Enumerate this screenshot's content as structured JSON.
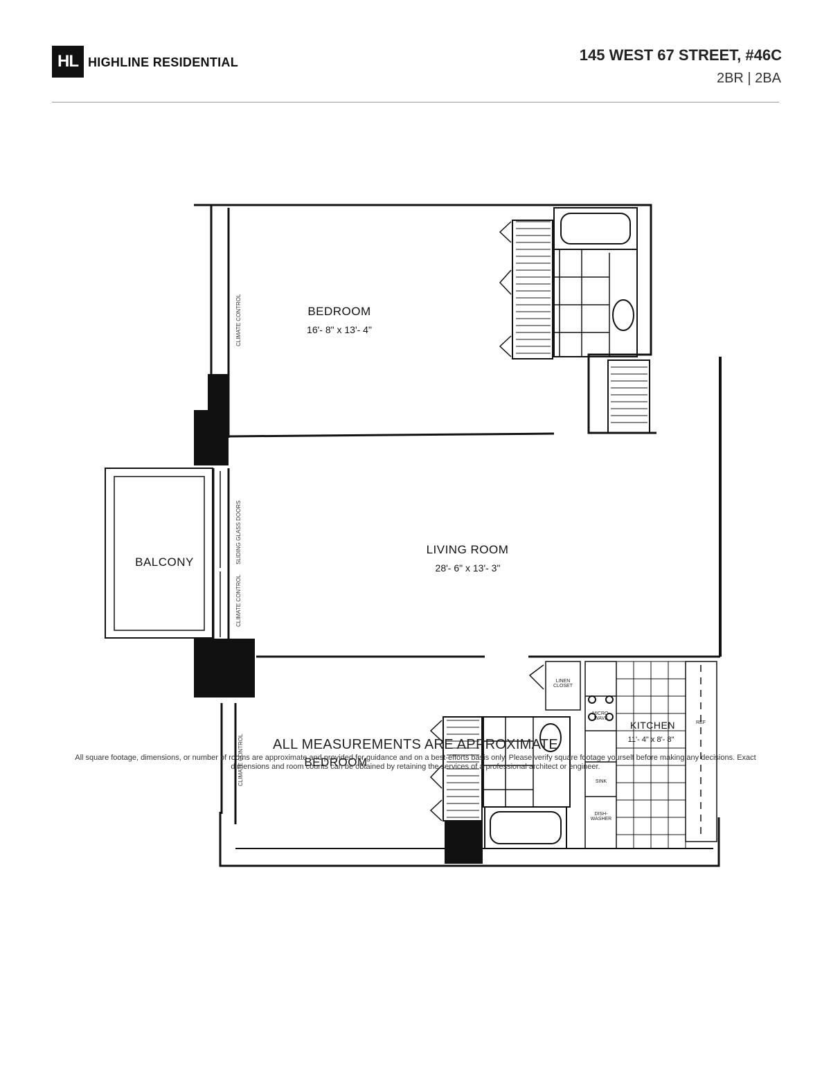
{
  "header": {
    "logo_mark": "HL",
    "brand": "HIGHLINE RESIDENTIAL",
    "address": "145 WEST 67 STREET, #46C",
    "unit_summary": "2BR | 2BA"
  },
  "floorplan": {
    "bedroom_top": {
      "label": "BEDROOM",
      "dimensions": "16'- 8\" x 13'- 4\""
    },
    "living_room": {
      "label": "LIVING ROOM",
      "dimensions": "28'- 6\" x 13'- 3\""
    },
    "bedroom_bottom": {
      "label": "BEDROOM"
    },
    "balcony": {
      "label": "BALCONY"
    },
    "kitchen": {
      "label": "KITCHEN",
      "dimensions": "11'- 4\" x 8'- 8\""
    },
    "linen_closet": "LINEN CLOSET",
    "micro": "MICRO-WAVE",
    "sink": "SINK",
    "dishwasher": "DISH-WASHER",
    "refrigerator": "REF",
    "climate_control": "CLIMATE CONTROL",
    "sliding_doors": "SLIDING GLASS DOORS"
  },
  "footer": {
    "note": "ALL MEASUREMENTS ARE APPROXIMATE",
    "disclaimer": "All square footage, dimensions, or number of rooms are approximate and provided for guidance and on a best-efforts basis only. Please verify square footage yourself before making any decisions. Exact dimensions and room counts can be obtained by retaining the services of a professional architect or engineer."
  }
}
